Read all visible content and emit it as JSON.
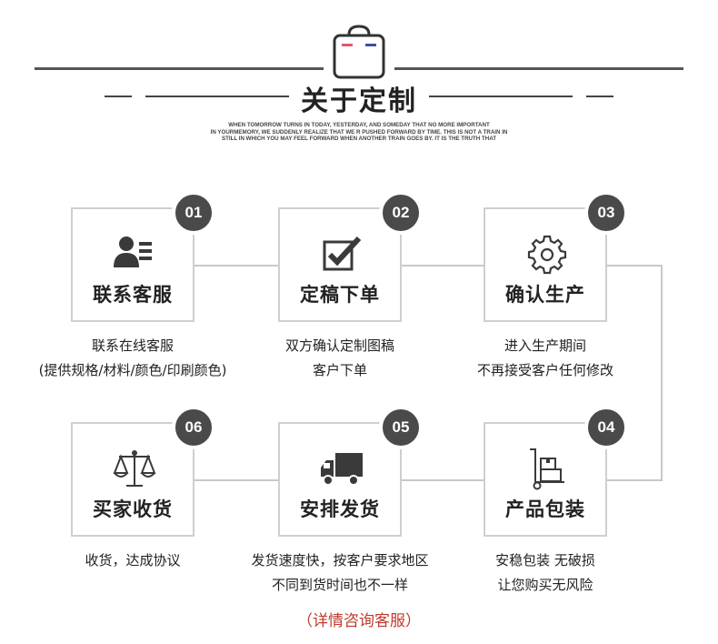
{
  "header": {
    "title": "关于定制",
    "subtitle_lines": [
      "WHEN TOMORROW TURNS IN TODAY, YESTERDAY, AND SOMEDAY THAT NO MORE IMPORTANT",
      "IN YOURMEMORY, WE SUDDENLY REALIZE THAT WE R PUSHED FORWARD BY TIME. THIS IS NOT A TRAIN IN",
      "STILL IN WHICH YOU MAY FEEL FORWARD WHEN ANOTHER TRAIN GOES BY. IT IS THE TRUTH THAT"
    ],
    "icon": "bag-icon"
  },
  "steps": [
    {
      "num": "01",
      "label": "联系客服",
      "icon": "contact-card-icon",
      "desc": [
        "联系在线客服",
        "(提供规格/材料/颜色/印刷颜色)"
      ]
    },
    {
      "num": "02",
      "label": "定稿下单",
      "icon": "checkbox-icon",
      "desc": [
        "双方确认定制图稿",
        "客户下单"
      ]
    },
    {
      "num": "03",
      "label": "确认生产",
      "icon": "gear-icon",
      "desc": [
        "进入生产期间",
        "不再接受客户任何修改"
      ]
    },
    {
      "num": "04",
      "label": "产品包装",
      "icon": "hand-truck-icon",
      "desc": [
        "安稳包装 无破损",
        "让您购买无风险"
      ]
    },
    {
      "num": "05",
      "label": "安排发货",
      "icon": "truck-icon",
      "desc": [
        "发货速度快，按客户要求地区",
        "不同到货时间也不一样"
      ]
    },
    {
      "num": "06",
      "label": "买家收货",
      "icon": "scale-icon",
      "desc": [
        "收货，达成协议"
      ]
    }
  ],
  "footer": {
    "cta": "（详情咨询客服）"
  },
  "colors": {
    "badge": "#4a4a4a",
    "border": "#cfcfcf",
    "cta": "#c0392b",
    "bag_red": "#e05a6a",
    "bag_blue": "#3b4fa0"
  }
}
